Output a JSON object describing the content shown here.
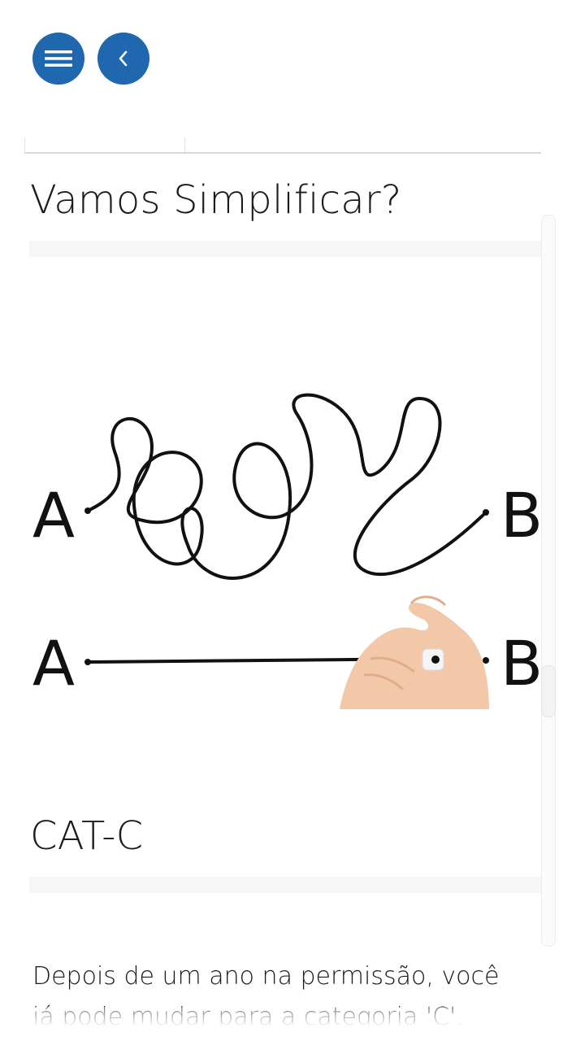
{
  "header": {
    "menu_icon": "hamburger-menu-icon",
    "back_icon": "chevron-left-icon",
    "accent_color": "#1f67ae"
  },
  "sections": [
    {
      "title": "Vamos Simplificar?",
      "image": {
        "labels": {
          "start_top": "A",
          "end_top": "B",
          "start_bottom": "A",
          "end_bottom": "B"
        }
      }
    },
    {
      "title": "CAT-C",
      "paragraph": "Depois de um ano na permissão, você já pode mudar para a categoria 'C'."
    }
  ]
}
